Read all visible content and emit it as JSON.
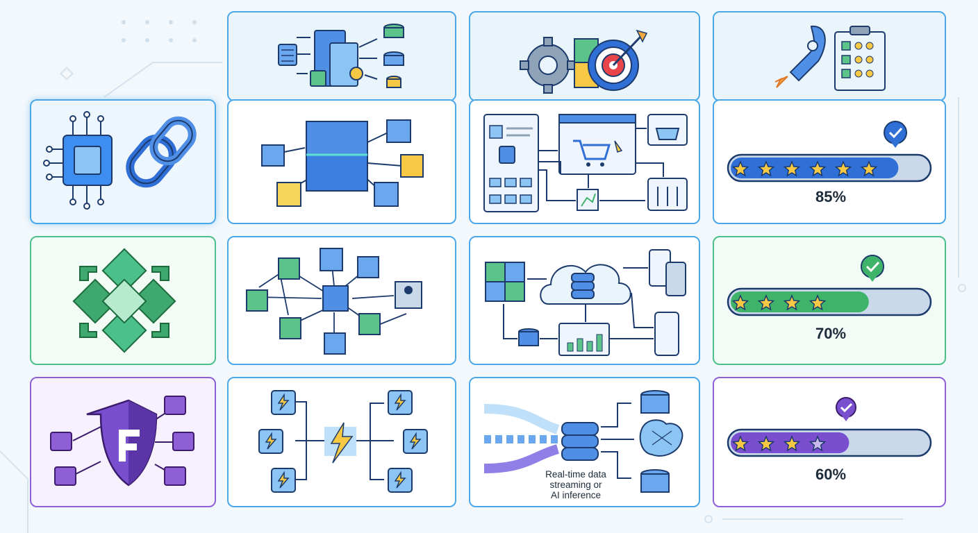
{
  "ratings": [
    {
      "percent_label": "85%",
      "value": 0.85,
      "stars_filled": 6,
      "color": "#2f6fd6"
    },
    {
      "percent_label": "70%",
      "value": 0.7,
      "stars_filled": 4,
      "color": "#3fb36a"
    },
    {
      "percent_label": "60%",
      "value": 0.6,
      "stars_filled": 3.5,
      "color": "#7a4fcf"
    }
  ],
  "streaming_caption": {
    "line1": "Real-time data",
    "line2": "streaming or",
    "line3": "AI inference"
  },
  "colors": {
    "blue": "#4aa8e8",
    "green": "#4cc08a",
    "purple": "#8f5fd6",
    "navy": "#1c2b3a"
  },
  "icons": {
    "row1_col1": "chip-chain-icon",
    "row2_col1": "puzzle-arrows-icon",
    "row3_col1": "shield-f-network-icon",
    "header_col2": "building-database-flow-icon",
    "header_col3": "gear-puzzle-target-icon",
    "header_col4": "rocket-checklist-icon"
  }
}
